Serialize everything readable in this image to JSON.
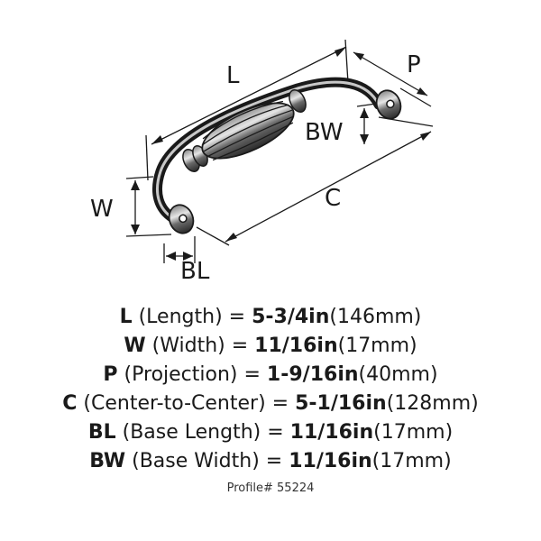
{
  "diagram": {
    "labels": {
      "L": "L",
      "P": "P",
      "BW": "BW",
      "W": "W",
      "C": "C",
      "BL": "BL"
    }
  },
  "specs": [
    {
      "code": "L",
      "name": " (Length) = ",
      "imperial": "5-3/4in",
      "metric": "(146mm)"
    },
    {
      "code": "W",
      "name": " (Width) = ",
      "imperial": "11/16in",
      "metric": "(17mm)"
    },
    {
      "code": "P",
      "name": " (Projection) = ",
      "imperial": "1-9/16in",
      "metric": "(40mm)"
    },
    {
      "code": "C",
      "name": " (Center-to-Center) = ",
      "imperial": "5-1/16in",
      "metric": "(128mm)"
    },
    {
      "code": "BL",
      "name": " (Base Length) = ",
      "imperial": "11/16in",
      "metric": "(17mm)"
    },
    {
      "code": "BW",
      "name": " (Base Width) = ",
      "imperial": "11/16in",
      "metric": "(17mm)"
    }
  ],
  "profile": "Profile# 55224",
  "colors": {
    "line": "#1a1a1a",
    "metal": "#4a4a4a",
    "highlight": "#d8d8d8"
  }
}
